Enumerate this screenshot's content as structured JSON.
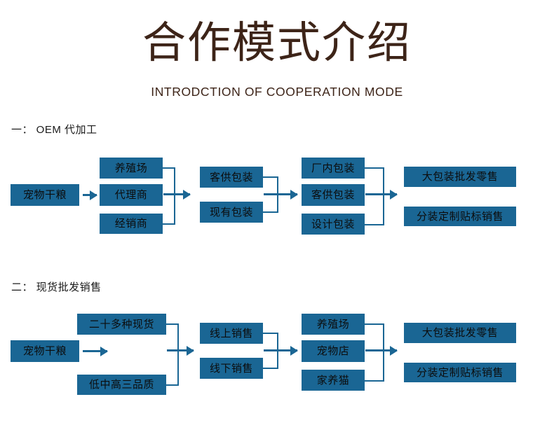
{
  "header": {
    "title": "合作模式介绍",
    "subtitle": "INTRODCTION OF COOPERATION MODE",
    "title_color": "#3d2418"
  },
  "theme": {
    "box_fill": "#1a6694",
    "box_text": "#0c0c0c",
    "connector": "#1a6694",
    "background": "#ffffff"
  },
  "sections": [
    {
      "label": "一： OEM 代加工",
      "boxes": {
        "source": "宠物干粮",
        "col2": [
          "养殖场",
          "代理商",
          "经销商"
        ],
        "col3": [
          "客供包装",
          "现有包装"
        ],
        "col4": [
          "厂内包装",
          "客供包装",
          "设计包装"
        ],
        "col5": [
          "大包装批发零售",
          "分装定制贴标销售"
        ]
      }
    },
    {
      "label": "二： 现货批发销售",
      "boxes": {
        "source": "宠物干粮",
        "col2": [
          "二十多种现货",
          "低中高三品质"
        ],
        "col3": [
          "线上销售",
          "线下销售"
        ],
        "col4": [
          "养殖场",
          "宠物店",
          "家养猫"
        ],
        "col5": [
          "大包装批发零售",
          "分装定制贴标销售"
        ]
      }
    }
  ]
}
